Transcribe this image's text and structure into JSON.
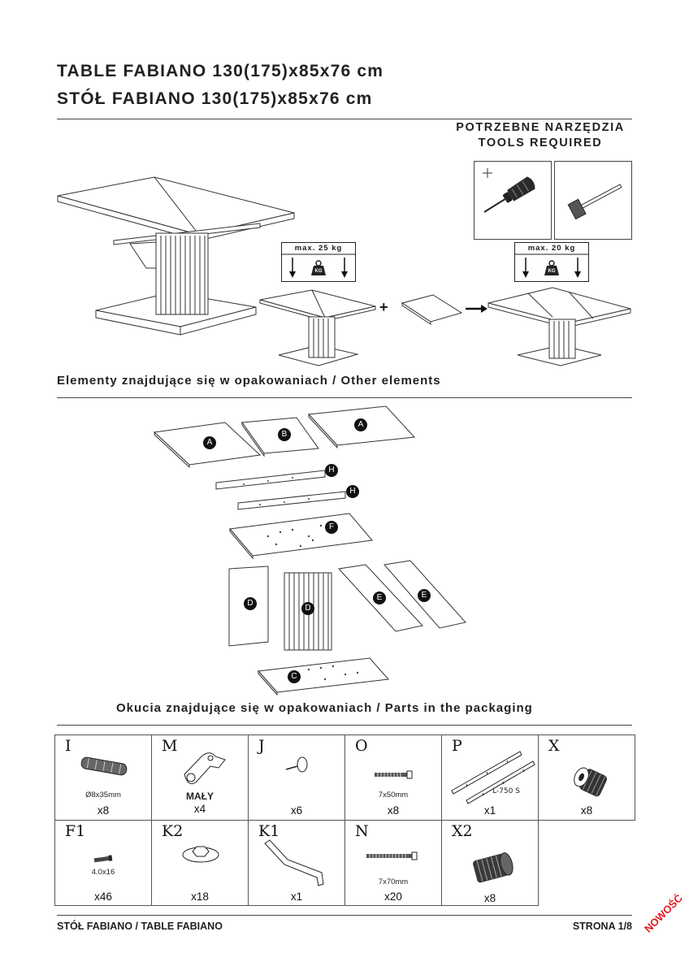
{
  "header": {
    "title_en": "TABLE FABIANO 130(175)x85x76 cm",
    "title_pl": "STÓŁ FABIANO 130(175)x85x76 cm"
  },
  "tools": {
    "heading_pl": "POTRZEBNE NARZĘDZIA",
    "heading_en": "TOOLS REQUIRED",
    "items": [
      "screwdriver-icon",
      "hammer-icon"
    ]
  },
  "loads": {
    "closed": "max. 25 kg",
    "extended": "max. 20 kg",
    "kg_label": "KG",
    "plus": "+"
  },
  "sections": {
    "elements": "Elementy znajdujące się w opakowaniach / Other elements",
    "parts": "Okucia znajdujące się w opakowaniach / Parts in the packaging"
  },
  "elements": {
    "labels": [
      "A",
      "B",
      "A",
      "H",
      "H",
      "F",
      "D",
      "D",
      "E",
      "E",
      "C"
    ]
  },
  "parts": [
    {
      "code": "I",
      "dim": "Ø8x35mm",
      "qty": "x8"
    },
    {
      "code": "M",
      "dim": "MAŁY",
      "qty": "x4"
    },
    {
      "code": "J",
      "dim": "",
      "qty": "x6"
    },
    {
      "code": "O",
      "dim": "7x50mm",
      "qty": "x8"
    },
    {
      "code": "P",
      "dim": "L-750 S",
      "qty": "x1"
    },
    {
      "code": "X",
      "dim": "",
      "qty": "x8"
    },
    {
      "code": "F1",
      "dim": "4.0x16",
      "qty": "x46"
    },
    {
      "code": "K2",
      "dim": "",
      "qty": "x18"
    },
    {
      "code": "K1",
      "dim": "",
      "qty": "x1"
    },
    {
      "code": "N",
      "dim": "7x70mm",
      "qty": "x20"
    },
    {
      "code": "X2",
      "dim": "",
      "qty": "x8"
    }
  ],
  "footer": {
    "left": "STÓŁ FABIANO / TABLE FABIANO",
    "right": "STRONA 1/8",
    "badge": "NOWOŚĆ"
  },
  "colors": {
    "badge": "#e11b22",
    "line": "#444444"
  }
}
